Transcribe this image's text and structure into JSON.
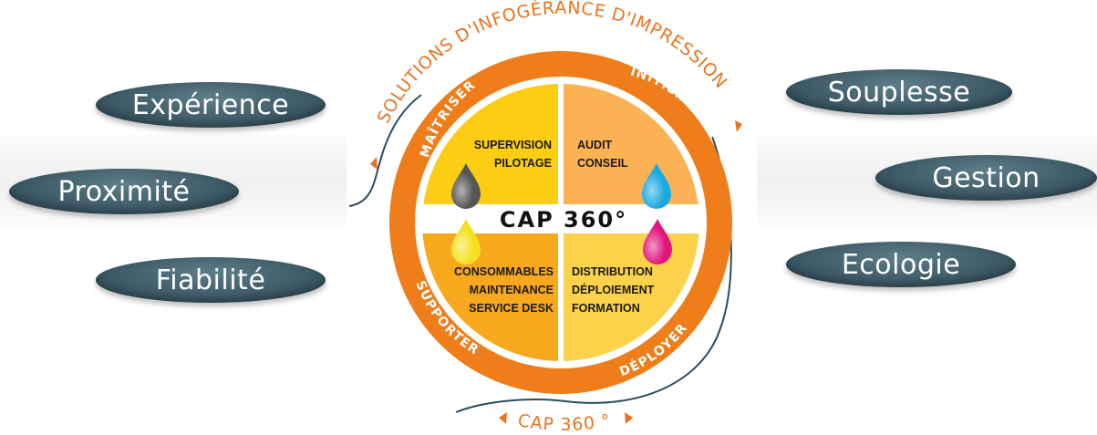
{
  "arc_top": "SOLUTIONS D'INFOGÉRANCE D'IMPRESSION",
  "arc_bottom": "CAP 360 °",
  "center_title": "CAP 360°",
  "ring_labels": {
    "top_left": "MAÎTRISER",
    "top_right": "INITIER",
    "bottom_left": "SUPPORTER",
    "bottom_right": "DÉPLOYER"
  },
  "quadrants": {
    "top_left": [
      "SUPERVISION",
      "PILOTAGE"
    ],
    "top_right": [
      "AUDIT",
      "CONSEIL"
    ],
    "bottom_left": [
      "CONSOMMABLES",
      "MAINTENANCE",
      "SERVICE DESK"
    ],
    "bottom_right": [
      "DISTRIBUTION",
      "DÉPLOIEMENT",
      "FORMATION"
    ]
  },
  "left_pills": [
    "Expérience",
    "Proximité",
    "Fiabilité"
  ],
  "right_pills": [
    "Souplesse",
    "Gestion",
    "Ecologie"
  ],
  "colors": {
    "ring_orange": "#ee7d1a",
    "quadrant_top_left": "#fccd12",
    "quadrant_top_right": "#fbb255",
    "quadrant_bottom_left": "#f7a81d",
    "quadrant_bottom_right": "#fcd24a",
    "pill": "#3f5c68",
    "drop_black": "#555555",
    "drop_cyan": "#1aa9e0",
    "drop_yellow": "#f5e020",
    "drop_magenta": "#e2157f"
  }
}
